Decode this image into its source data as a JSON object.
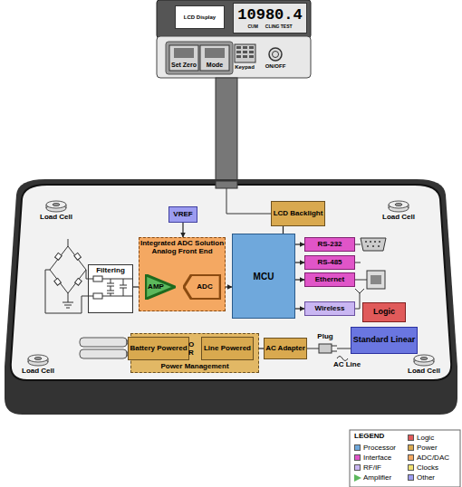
{
  "diagram": {
    "nodes": [
      {
        "text": [
          "LCD Display"
        ]
      },
      {
        "text": [
          "10980.4",
          "CUM",
          "CLING TEST"
        ]
      },
      {
        "text": [
          "Set Zero"
        ]
      },
      {
        "text": [
          "Mode"
        ]
      },
      {
        "text": [
          "LCD Backlight"
        ]
      },
      {
        "text": [
          "VREF"
        ]
      },
      {
        "text": [
          "Integrated ADC Solution Analog Front End"
        ]
      },
      {
        "text": [
          "AMP"
        ],
        "in": 6
      },
      {
        "text": [
          "ADC"
        ],
        "in": 6
      },
      {
        "text": [
          "Filtering"
        ]
      },
      {
        "text": [
          "MCU"
        ]
      },
      {
        "text": [
          "RS-232"
        ]
      },
      {
        "text": [
          "RS-485"
        ]
      },
      {
        "text": [
          "Ethernet"
        ]
      },
      {
        "text": [
          "Wireless"
        ]
      },
      {
        "text": [
          "Logic"
        ]
      },
      {
        "text": [
          "Standard Linear"
        ]
      },
      {
        "text": [
          "Power Management"
        ]
      },
      {
        "text": [
          "Battery Powered"
        ],
        "in": 17
      },
      {
        "text": [
          "Line Powered"
        ],
        "in": 17
      },
      {
        "text": [
          "AC Adapter"
        ]
      }
    ],
    "edges": [
      {
        "from": 5,
        "to": 6,
        "arrow": "to"
      },
      {
        "from": 9,
        "to": 7,
        "arrow": "to"
      },
      {
        "from": 7,
        "to": 8,
        "arrow": "to"
      },
      {
        "from": 8,
        "to": 10,
        "arrow": "to"
      },
      {
        "from": 10,
        "to": 4,
        "arrow": "none"
      },
      {
        "from": 10,
        "to": 11,
        "arrow": "to"
      },
      {
        "from": 10,
        "to": 12,
        "arrow": "to"
      },
      {
        "from": 10,
        "to": 13,
        "arrow": "to"
      },
      {
        "from": 10,
        "to": 14,
        "arrow": "to"
      },
      {
        "from": 20,
        "to": 19,
        "arrow": "to"
      }
    ],
    "labels": [
      "Keypad",
      "ON/OFF",
      "Load Cell",
      "Load Cell",
      "Load Cell",
      "Load Cell",
      "O R",
      "Plug",
      "AC Line",
      "LEGEND"
    ],
    "legend": [
      {
        "text": "Logic",
        "color": "#e05a5a"
      },
      {
        "text": "Processor",
        "color": "#6fa8dc"
      },
      {
        "text": "Power",
        "color": "#d9a94f"
      },
      {
        "text": "Interface",
        "color": "#e055c8"
      },
      {
        "text": "ADC/DAC",
        "color": "#f4a862"
      },
      {
        "text": "RF/IF",
        "color": "#c9b6f2"
      },
      {
        "text": "Clocks",
        "color": "#f0e070"
      },
      {
        "text": "Amplifier"
      },
      {
        "text": "Other",
        "color": "#9c9cf0"
      }
    ]
  }
}
